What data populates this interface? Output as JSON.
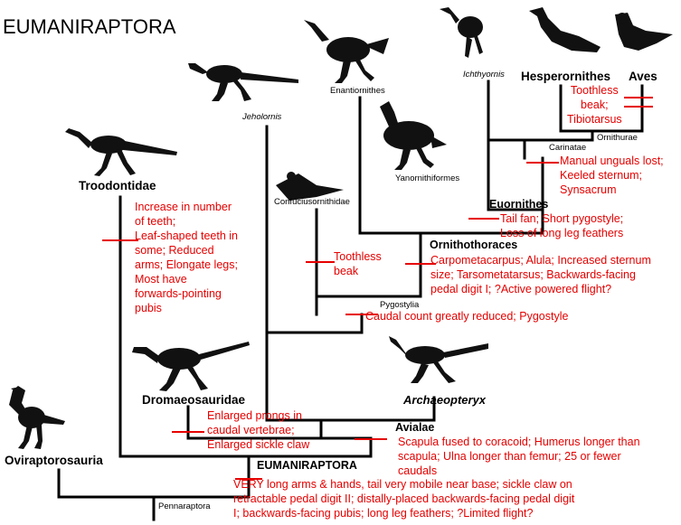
{
  "title": "EUMANIRAPTORA",
  "taxa": {
    "troodontidae": "Troodontidae",
    "oviraptorosauria": "Oviraptorosauria",
    "dromaeosauridae": "Dromaeosauridae",
    "archaeopteryx": "Archaeopteryx",
    "jeholornis": "Jeholornis",
    "confuciusornithidae": "Confuciusornithidae",
    "enantiornithes": "Enantiornithes",
    "yanornithiformes": "Yanornithiformes",
    "ichthyornis": "Ichthyornis",
    "hesperornithes": "Hesperornithes",
    "aves": "Aves"
  },
  "nodes": {
    "pennaraptora": "Pennaraptora",
    "eumaniraptora": "EUMANIRAPTORA",
    "avialae": "Avialae",
    "pygostylia": "Pygostylia",
    "ornithothoraces": "Ornithothoraces",
    "euornithes": "Euornithes",
    "carinatae": "Carinatae",
    "ornithurae": "Ornithurae"
  },
  "synapomorphies": {
    "pennaraptora": [
      "VERY long arms & hands, tail very mobile near base; sickle claw on",
      "retractable pedal digit II; distally-placed backwards-facing pedal digit",
      "I; backwards-facing pubis; long leg feathers; ?Limited flight?"
    ],
    "troodontidae": [
      "Increase in number",
      "of teeth;",
      "Leaf-shaped teeth in",
      "some; Reduced",
      "arms; Elongate legs;",
      "Most have",
      "forwards-pointing",
      "pubis"
    ],
    "dromaeosauridae": [
      "Enlarged prongs in",
      "caudal vertebrae;",
      "Enlarged sickle claw"
    ],
    "avialae": [
      "Scapula fused to coracoid; Humerus longer than",
      "scapula; Ulna longer than femur; 25 or fewer",
      "caudals"
    ],
    "pygostylia": [
      "Caudal count greatly reduced; Pygostyle"
    ],
    "confuciusornithidae": [
      "Toothless",
      "beak"
    ],
    "ornithothoraces": [
      "Carpometacarpus; Alula; Increased sternum",
      "size; Tarsometatarsus; Backwards-facing",
      "pedal digit I; ?Active powered flight?"
    ],
    "euornithes": [
      "Tail fan; Short pygostyle;",
      "Loss of long leg feathers"
    ],
    "carinatae": [
      "Manual unguals lost;",
      "Keeled sternum;",
      "Synsacrum"
    ],
    "aves": [
      "Toothless",
      "beak;",
      "Tibiotarsus"
    ]
  },
  "colors": {
    "tree": "#000000",
    "character": "#e60000",
    "silhouette": "#111111"
  }
}
